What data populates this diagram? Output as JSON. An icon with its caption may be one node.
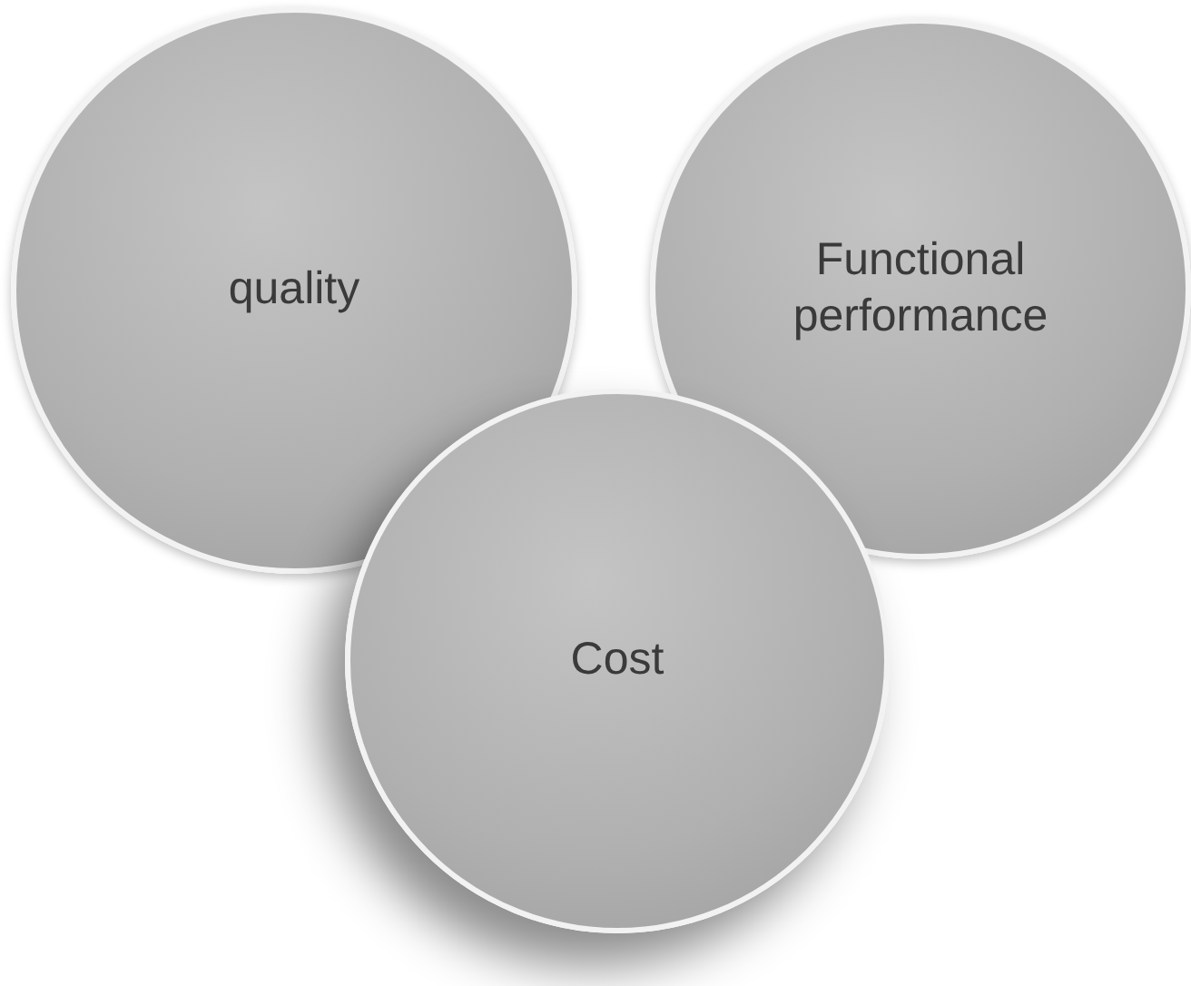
{
  "diagram": {
    "nodes": [
      {
        "text": [
          "quality"
        ]
      },
      {
        "text": [
          "Functional performance"
        ]
      },
      {
        "text": [
          "Cost"
        ]
      }
    ]
  }
}
